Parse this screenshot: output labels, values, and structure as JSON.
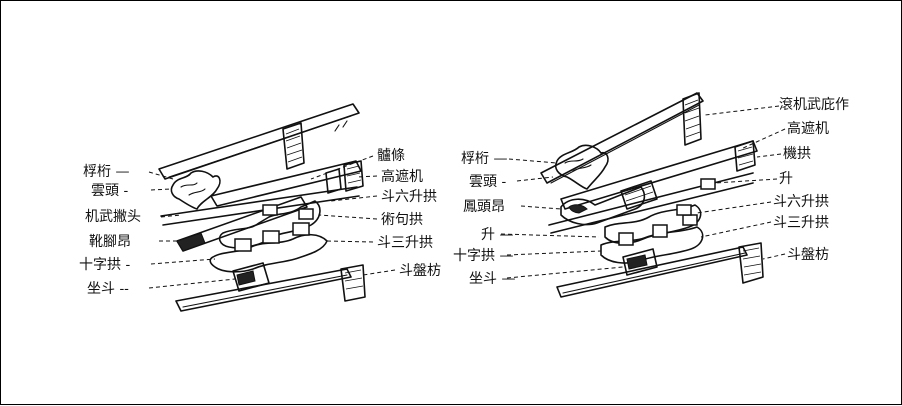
{
  "left_labels": {
    "l1": "桴桁 —",
    "l2": "雲頭 -",
    "l3": "机武撇头",
    "l4": "靴腳昂",
    "l5": "十字拱 -",
    "l6": "坐斗 --",
    "r1": "髗條",
    "r2": "高遮机",
    "r3": "斗六升拱",
    "r4": "術句拱",
    "r5": "斗三升拱",
    "r6": "斗盤枋"
  },
  "right_labels": {
    "l1": "桴桁 —",
    "l2": "雲頭 -",
    "l3": "鳳頭昂",
    "l4": "升 —",
    "l5": "十字拱 —",
    "l6": "坐斗 —",
    "r1": "滾机武庇作",
    "r2": "高遮机",
    "r3": "機拱",
    "r4": "升",
    "r5": "斗六升拱",
    "r6": "斗三升拱",
    "r7": "斗盤枋"
  }
}
